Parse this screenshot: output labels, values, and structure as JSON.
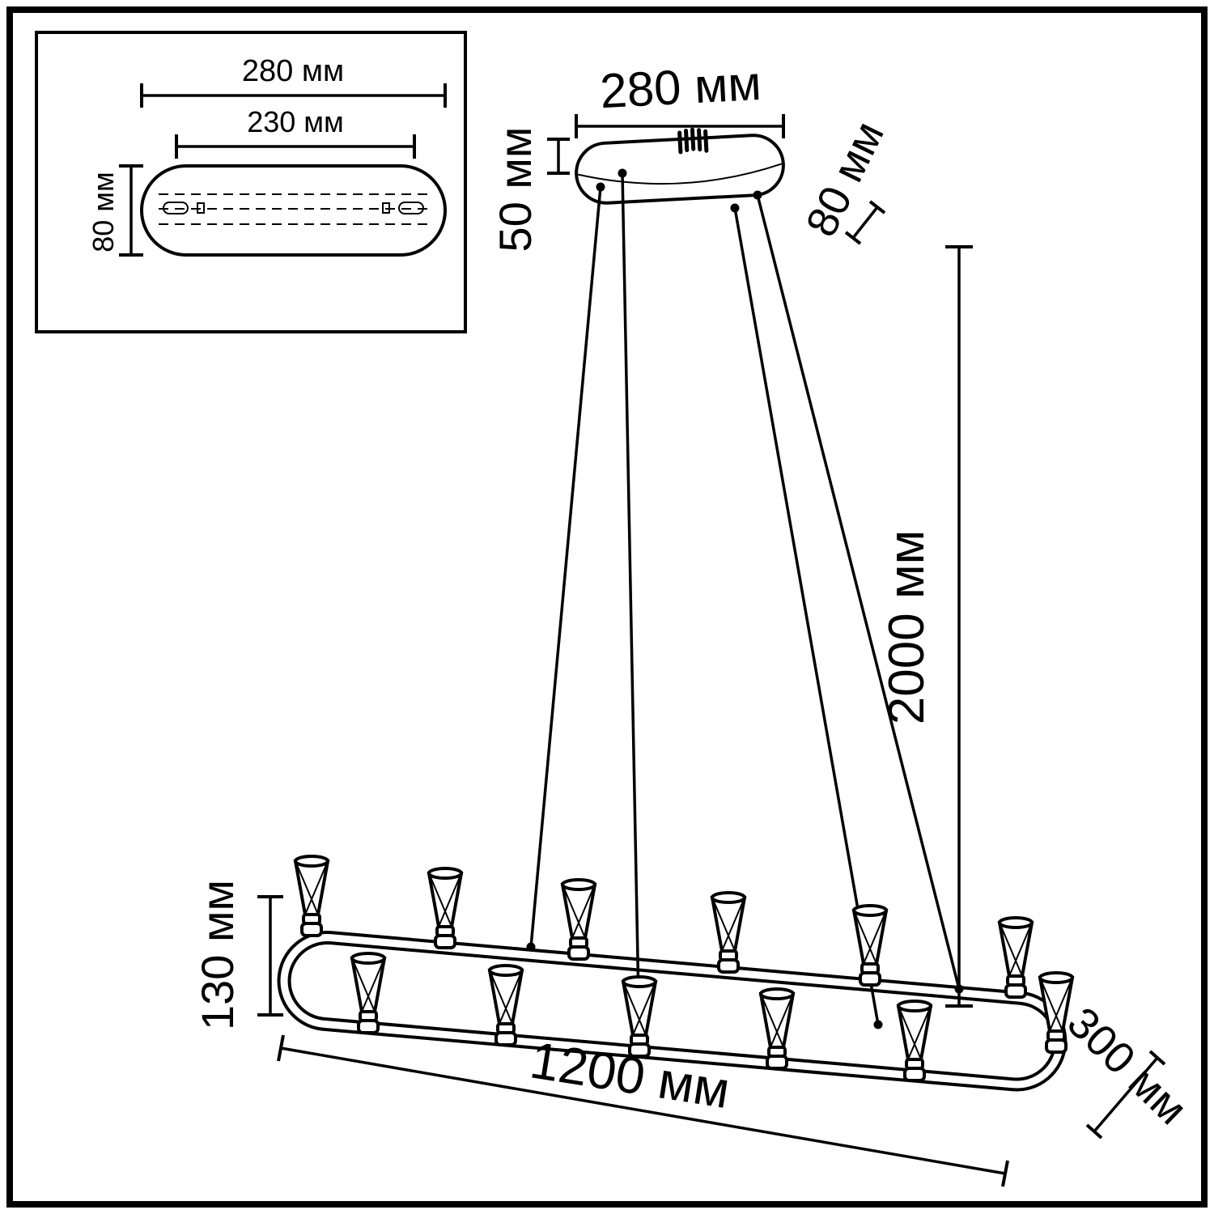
{
  "figure": {
    "inset": {
      "outer_width": "280 мм",
      "inner_width": "230 мм",
      "depth": "80 мм"
    },
    "canopy": {
      "width": "280 мм",
      "height": "50 мм",
      "depth": "80 мм"
    },
    "suspension": {
      "length": "2000 мм"
    },
    "body": {
      "shade_height": "130 мм",
      "length": "1200 мм",
      "width": "300 мм"
    }
  }
}
